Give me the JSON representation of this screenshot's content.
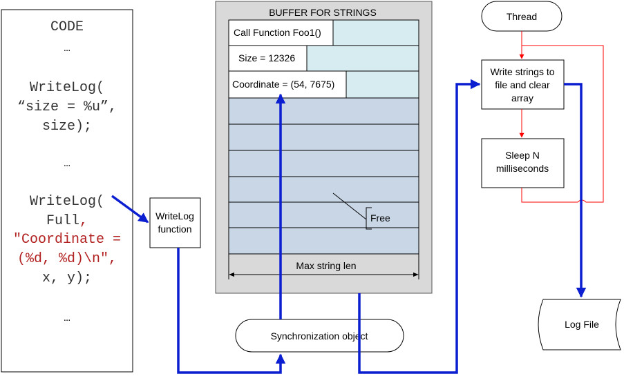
{
  "code_panel": {
    "header": "CODE",
    "ellipsis_1": "…",
    "call1_line1": "WriteLog(",
    "call1_line2": "“size = %u”,",
    "call1_line3": "size);",
    "ellipsis_2": "…",
    "call2_line1": "WriteLog(",
    "call2_line2": "Full",
    "call2_line2_comma": ",",
    "call2_line3": "\"Coordinate =",
    "call2_line4": "(%d, %d)\\n\",",
    "call2_line5": "x, y);",
    "ellipsis_3": "…"
  },
  "writelog_box": {
    "line1": "WriteLog",
    "line2": "function"
  },
  "buffer": {
    "title": "BUFFER FOR STRINGS",
    "row1": "Call Function Foo1()",
    "row2": "Size = 12326",
    "row3": "Coordinate = (54, 7675)",
    "free_label": "Free",
    "max_len_label": "Max string len"
  },
  "sync_object": {
    "label": "Synchronization object"
  },
  "thread_flow": {
    "thread_label": "Thread",
    "write_line1": "Write strings to",
    "write_line2": "file and clear",
    "write_line3": "array",
    "sleep_line1": "Sleep N",
    "sleep_line2": "milliseconds"
  },
  "log_file": {
    "label": "Log File"
  },
  "colors": {
    "code_red": "#b22222",
    "blue_arrow": "#0b1fd1",
    "red_arrow": "#ff0000",
    "buffer_bg": "#d9d9d9",
    "used_fill": "#d7ecf0",
    "free_fill": "#c8d6e6"
  }
}
